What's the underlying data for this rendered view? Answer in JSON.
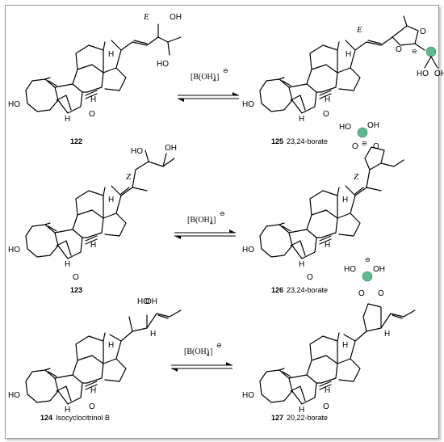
{
  "reagent": {
    "base": "[B(OH)",
    "sub": "4",
    "close": "]",
    "charge": "⊖"
  },
  "geometry_labels": {
    "E": "E",
    "Z": "Z"
  },
  "atoms": {
    "OH": "OH",
    "HO": "HO",
    "H": "H",
    "O": "O",
    "B": "B"
  },
  "compounds": [
    {
      "number": "122",
      "name": ""
    },
    {
      "number": "125",
      "name": "23,24-borate"
    },
    {
      "number": "123",
      "name": ""
    },
    {
      "number": "126",
      "name": "23,24-borate"
    },
    {
      "number": "124",
      "name": "Isocyclocitrinol B"
    },
    {
      "number": "127",
      "name": "20,22-borate"
    }
  ],
  "colors": {
    "boron": "#5fb88f",
    "frame": "#9a9a9a",
    "ink": "#000000"
  }
}
